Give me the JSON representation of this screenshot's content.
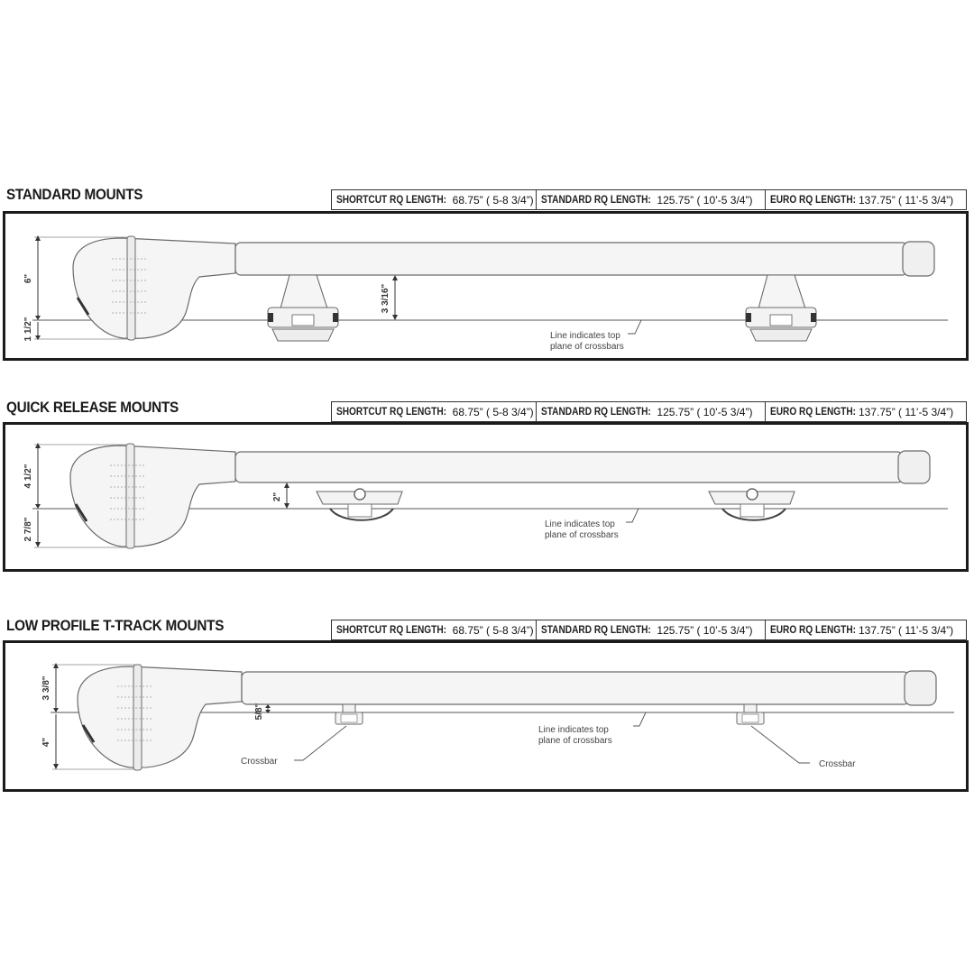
{
  "sections": [
    {
      "title": "STANDARD MOUNTS",
      "lengths": [
        {
          "label": "SHORTCUT RQ LENGTH:",
          "value": "68.75” ( 5-8 3/4”)"
        },
        {
          "label": "STANDARD RQ LENGTH:",
          "value": "125.75” ( 10’-5 3/4”)"
        },
        {
          "label": "EURO RQ LENGTH:",
          "value": "137.75” ( 11’-5 3/4”)"
        }
      ],
      "dimensions": {
        "upper": "6\"",
        "lower": "1 1/2\"",
        "mount": "3 3/16\""
      },
      "line_note": [
        "Line indicates top",
        "plane of crossbars"
      ]
    },
    {
      "title": "QUICK RELEASE MOUNTS",
      "lengths": [
        {
          "label": "SHORTCUT RQ LENGTH:",
          "value": "68.75” ( 5-8 3/4”)"
        },
        {
          "label": "STANDARD RQ LENGTH:",
          "value": "125.75” ( 10’-5 3/4”)"
        },
        {
          "label": "EURO RQ LENGTH:",
          "value": "137.75” ( 11’-5 3/4”)"
        }
      ],
      "dimensions": {
        "upper": "4 1/2\"",
        "lower": "2 7/8\"",
        "mount": "2\""
      },
      "line_note": [
        "Line indicates top",
        "plane of crossbars"
      ]
    },
    {
      "title": "LOW PROFILE T-TRACK MOUNTS",
      "lengths": [
        {
          "label": "SHORTCUT RQ LENGTH:",
          "value": "68.75” ( 5-8 3/4”)"
        },
        {
          "label": "STANDARD RQ LENGTH:",
          "value": "125.75” ( 10’-5 3/4”)"
        },
        {
          "label": "EURO RQ LENGTH:",
          "value": "137.75” ( 11’-5 3/4”)"
        }
      ],
      "dimensions": {
        "upper": "3 3/8\"",
        "lower": "4\"",
        "mount": "5/8\""
      },
      "line_note": [
        "Line indicates top",
        "plane of crossbars"
      ],
      "crossbar_labels": [
        "Crossbar",
        "Crossbar"
      ]
    }
  ],
  "colors": {
    "frame": "#1b1b1b",
    "rack": "#f4f4f4",
    "outline": "#6a6a6a",
    "line": "#555555"
  }
}
